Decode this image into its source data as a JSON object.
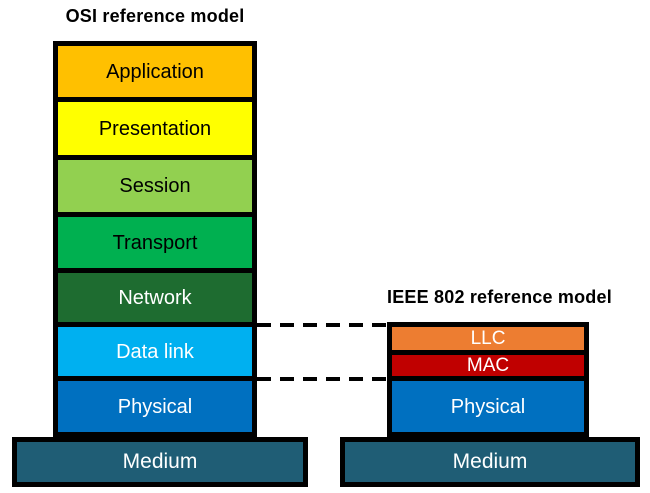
{
  "titles": {
    "osi": "OSI reference model",
    "ieee": "IEEE 802 reference model"
  },
  "osi_stack": {
    "layers": [
      {
        "label": "Application",
        "bg": "#FFC000",
        "fg": "#000000"
      },
      {
        "label": "Presentation",
        "bg": "#FFFF00",
        "fg": "#000000"
      },
      {
        "label": "Session",
        "bg": "#92D050",
        "fg": "#000000"
      },
      {
        "label": "Transport",
        "bg": "#00B050",
        "fg": "#000000"
      },
      {
        "label": "Network",
        "bg": "#1E6C30",
        "fg": "#FFFFFF"
      },
      {
        "label": "Data link",
        "bg": "#00B0F0",
        "fg": "#FFFFFF"
      },
      {
        "label": "Physical",
        "bg": "#0070C0",
        "fg": "#FFFFFF"
      }
    ],
    "medium": {
      "label": "Medium",
      "bg": "#1F5D75",
      "fg": "#FFFFFF"
    }
  },
  "ieee_stack": {
    "layers": [
      {
        "label": "LLC",
        "bg": "#ED7D31",
        "fg": "#FFFFFF"
      },
      {
        "label": "MAC",
        "bg": "#C00000",
        "fg": "#FFFFFF"
      },
      {
        "label": "Physical",
        "bg": "#0070C0",
        "fg": "#FFFFFF"
      }
    ],
    "medium": {
      "label": "Medium",
      "bg": "#1F5D75",
      "fg": "#FFFFFF"
    }
  },
  "connector": {
    "color": "#000000",
    "style": "dashed",
    "meaning": "maps OSI Data link layer to IEEE 802 LLC + MAC sublayers"
  }
}
